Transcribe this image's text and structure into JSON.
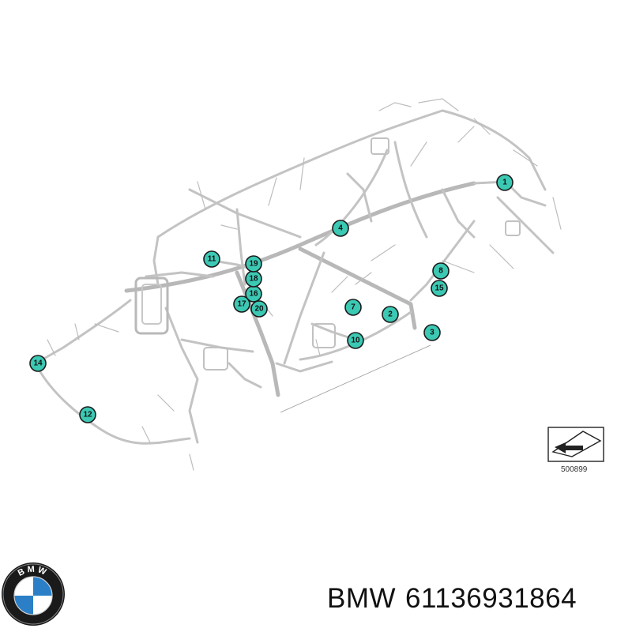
{
  "diagram": {
    "callouts": [
      "1",
      "2",
      "3",
      "4",
      "7",
      "8",
      "10",
      "11",
      "12",
      "14",
      "15",
      "16",
      "17",
      "18",
      "19",
      "20"
    ],
    "diagram_number": "500899"
  },
  "footer": {
    "brand": "BMW",
    "part_number": "61136931864",
    "logo_letters": "BMW"
  },
  "colors": {
    "callout_fill": "#3cc9b4",
    "wire": "#c3c3c3",
    "logo_blue": "#2a7fc7",
    "logo_ring": "#1a1a1a"
  }
}
